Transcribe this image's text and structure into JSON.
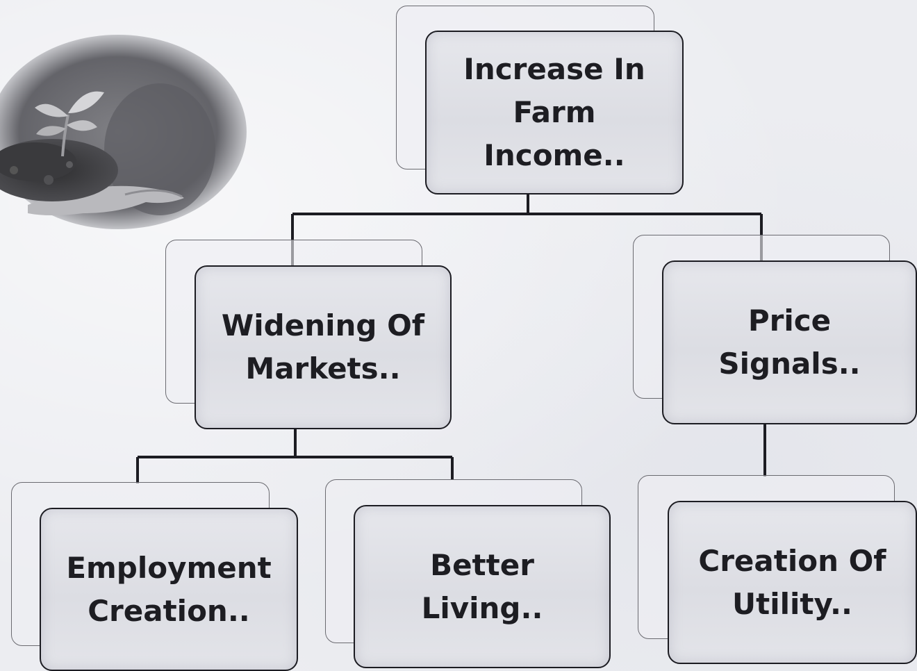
{
  "diagram": {
    "root": {
      "label": "Increase In\nFarm\nIncome.."
    },
    "level_two": [
      {
        "label": "Widening Of\nMarkets.."
      },
      {
        "label": "Price\nSignals.."
      }
    ],
    "level_three": [
      {
        "label": "Employment\nCreation.."
      },
      {
        "label": "Better\nLiving.."
      },
      {
        "label": "Creation  Of\nUtility.."
      }
    ],
    "edges": [
      [
        "root",
        "widening-of-markets"
      ],
      [
        "root",
        "price-signals"
      ],
      [
        "widening-of-markets",
        "employment-creation"
      ],
      [
        "widening-of-markets",
        "better-living"
      ],
      [
        "price-signals",
        "creation-of-utility"
      ]
    ]
  },
  "photo": {
    "subject": "hands holding soil with seedling"
  },
  "colors": {
    "node_border": "#1c1c22",
    "node_fill": "#dfe0e6",
    "connector": "#1c1c22",
    "background": "#ecedf1"
  }
}
